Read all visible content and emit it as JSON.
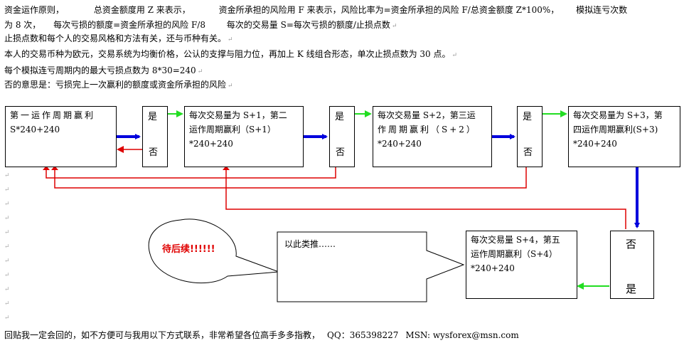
{
  "intro": {
    "line1a": "资金运作原则，",
    "line1b": "总资金额度用 Z 来表示，",
    "line1c": "资金所承担的风险用 F 来表示，风险比率为=资金所承担的风险 F/总资金额度 Z*100%，",
    "line1d": "模拟连亏次数",
    "line2a": "为 8 次，",
    "line2b": "每次亏损的额度=资金所承担的风险 F/8",
    "line2c": "每次的交易量 S=每次亏损的额度/止损点数",
    "line3": "止损点数和每个人的交易风格和方法有关，还与币种有关。",
    "line4": "本人的交易币种为欧元，交易系统为均衡价格，公认的支撑与阻力位，再加上 K 线组合形态，单次止损点数为 30 点。",
    "line5": "每个模拟连亏周期内的最大亏损点数为 8*30=240",
    "line6": "否的意思是：亏损完上一次赢利的额度或资金所承担的风险"
  },
  "flow": {
    "box1": {
      "line1": "第一运作周期赢利",
      "line2": "S*240+240"
    },
    "box2": {
      "line1": "每次交易量为 S+1，第二",
      "line2": "运作周期赢利（S+1）",
      "line3": "*240+240"
    },
    "box3": {
      "line1": "每次交易量 S+2，第三运",
      "line2": "作周期赢利（S+2）",
      "line3": "*240+240"
    },
    "box4": {
      "line1": "每次交易量为 S+3，第",
      "line2": "四运作周期赢利(S+3)",
      "line3": "*240+240"
    },
    "box5": {
      "line1": "每次交易量 S+4，第五",
      "line2": "运作周期赢利（S+4）",
      "line3": "*240+240"
    },
    "yes_label": "是",
    "no_label": "否",
    "etc_text": "以此类推……",
    "callout": "待后续!!!!!!"
  },
  "footer": {
    "text": "回贴我一定会回的，如不方便可与我用以下方式联系，非常希望各位高手多多指教，",
    "qq": "QQ：365398227",
    "msn": "MSN: wysforex@msn.com"
  },
  "colors": {
    "blue": "#0000dd",
    "green": "#22dd22",
    "red": "#dd0000"
  }
}
